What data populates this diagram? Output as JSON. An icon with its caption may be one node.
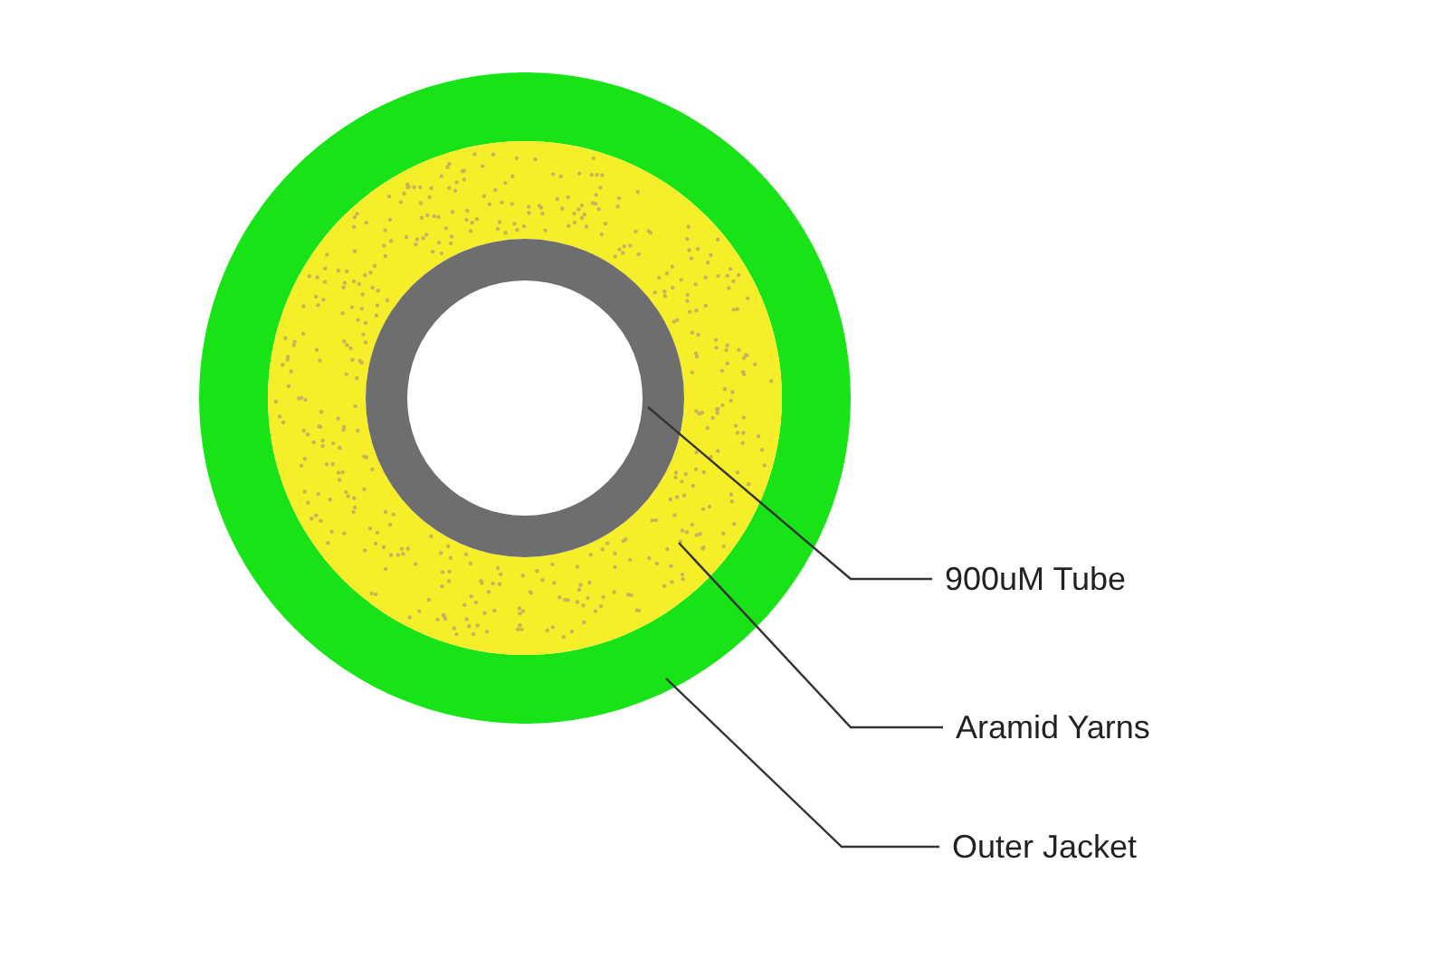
{
  "diagram": {
    "nodes": [
      {
        "text": [],
        "shape": "circle"
      },
      {
        "text": [],
        "shape": "circle",
        "in": 0
      },
      {
        "text": [],
        "shape": "circle",
        "in": 1
      },
      {
        "text": [
          "900uM Tube"
        ]
      },
      {
        "text": [
          "Aramid Yarns"
        ]
      },
      {
        "text": [
          "Outer Jacket"
        ]
      }
    ],
    "edges": [
      {
        "from": 3,
        "to": 2,
        "arrow": "none"
      },
      {
        "from": 4,
        "to": 1,
        "arrow": "none"
      },
      {
        "from": 5,
        "to": 0,
        "arrow": "none"
      }
    ]
  }
}
